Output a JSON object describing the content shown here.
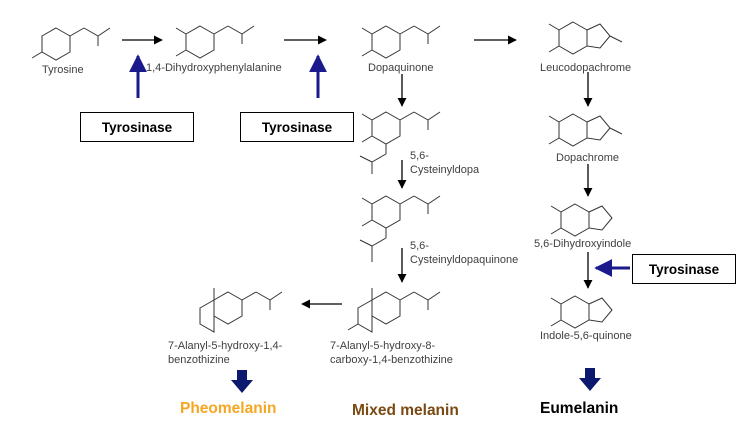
{
  "compounds": {
    "tyrosine": "Tyrosine",
    "dopa": "1,4-Dihydroxyphenylalanine",
    "dopaquinone": "Dopaquinone",
    "leucodopachrome": "Leucodopachrome",
    "cysteinyldopa_1": "5,6-",
    "cysteinyldopa_2": "Cysteinyldopa",
    "dopachrome": "Dopachrome",
    "cysdq_1": "5,6-",
    "cysdq_2": "Cysteinyldopaquinone",
    "dhi": "5,6-Dihydroxyindole",
    "indolequinone": "Indole-5,6-quinone",
    "abt_1": "7-Alanyl-5-hydroxy-1,4-",
    "abt_2": "benzothizine",
    "cabt_1": "7-Alanyl-5-hydroxy-8-",
    "cabt_2": "carboxy-1,4-benzothizine"
  },
  "enzymes": {
    "tyrosinase_1": "Tyrosinase",
    "tyrosinase_2": "Tyrosinase",
    "tyrosinase_3": "Tyrosinase"
  },
  "outcomes": {
    "pheomelanin": "Pheomelanin",
    "mixed": "Mixed melanin",
    "eumelanin": "Eumelanin"
  },
  "colors": {
    "pheomelanin": "#f5a623",
    "mixed": "#7a4a12",
    "eumelanin": "#000000",
    "enzyme_arrow": "#1a1a8c",
    "outcome_arrow": "#0b1a6e"
  }
}
